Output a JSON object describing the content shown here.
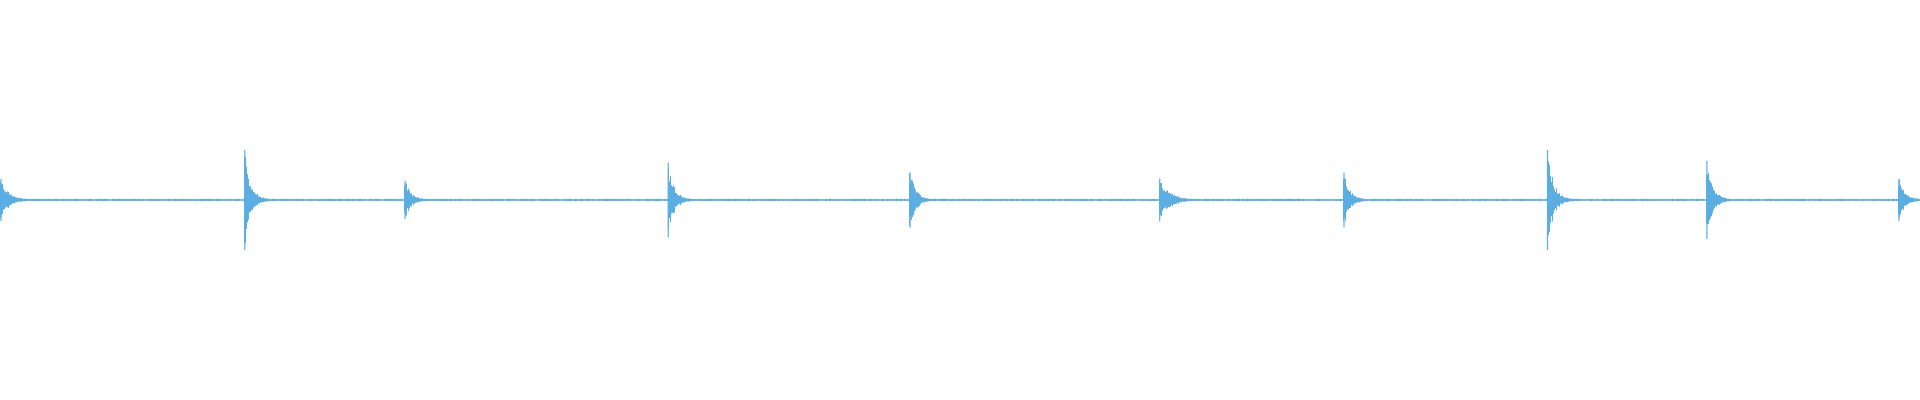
{
  "colors": {
    "background": "#ffffff",
    "waveform": "#5aaee3"
  },
  "chart_data": {
    "type": "area",
    "title": "",
    "xlabel": "",
    "ylabel": "",
    "ylim": [
      -1,
      1
    ],
    "grid": false,
    "legend": "none",
    "baseline_noise": 0.012,
    "peaks": [
      {
        "x": 0.0005,
        "amp": 0.42,
        "decay": 0.004
      },
      {
        "x": 0.1275,
        "amp": 1.0,
        "decay": 0.003
      },
      {
        "x": 0.211,
        "amp": 0.38,
        "decay": 0.003
      },
      {
        "x": 0.348,
        "amp": 0.75,
        "decay": 0.003
      },
      {
        "x": 0.474,
        "amp": 0.55,
        "decay": 0.003
      },
      {
        "x": 0.604,
        "amp": 0.43,
        "decay": 0.005
      },
      {
        "x": 0.7,
        "amp": 0.55,
        "decay": 0.003
      },
      {
        "x": 0.806,
        "amp": 1.0,
        "decay": 0.003
      },
      {
        "x": 0.889,
        "amp": 0.78,
        "decay": 0.003
      },
      {
        "x": 0.989,
        "amp": 0.42,
        "decay": 0.003
      }
    ]
  }
}
